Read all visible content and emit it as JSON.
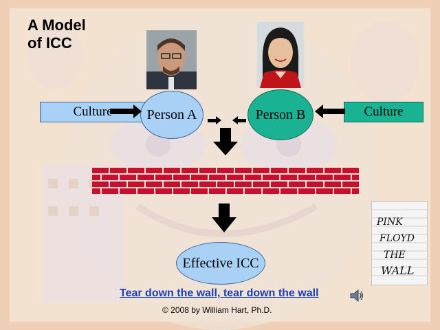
{
  "slide": {
    "title": "A Model\nof ICC",
    "culture_left": "Culture",
    "culture_right": "Culture",
    "person_a": "Person A",
    "person_b": "Person B",
    "outcome": "Effective ICC",
    "link_text": "Tear down the wall, tear down the wall",
    "copyright": "© 2008 by William Hart, Ph.D.",
    "album_text": "PINK FLOYD THE WALL"
  },
  "icons": {
    "speaker": "speaker-icon",
    "arrows": "arrow-icon"
  },
  "colors": {
    "light_blue": "#a9d0f5",
    "teal": "#19b394",
    "brick_red": "#c8102e",
    "link_blue": "#1a3fb3"
  }
}
